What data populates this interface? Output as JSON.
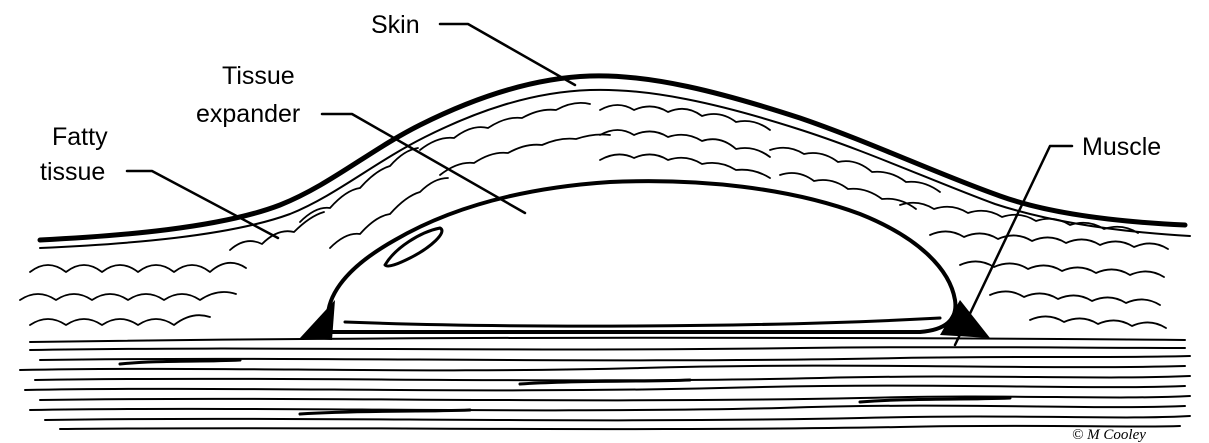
{
  "labels": {
    "skin": "Skin",
    "tissue_expander_line1": "Tissue",
    "tissue_expander_line2": "expander",
    "fatty_tissue_line1": "Fatty",
    "fatty_tissue_line2": "tissue",
    "muscle": "Muscle"
  },
  "credit": "© M Cooley",
  "colors": {
    "ink": "#000000",
    "background": "#ffffff"
  }
}
